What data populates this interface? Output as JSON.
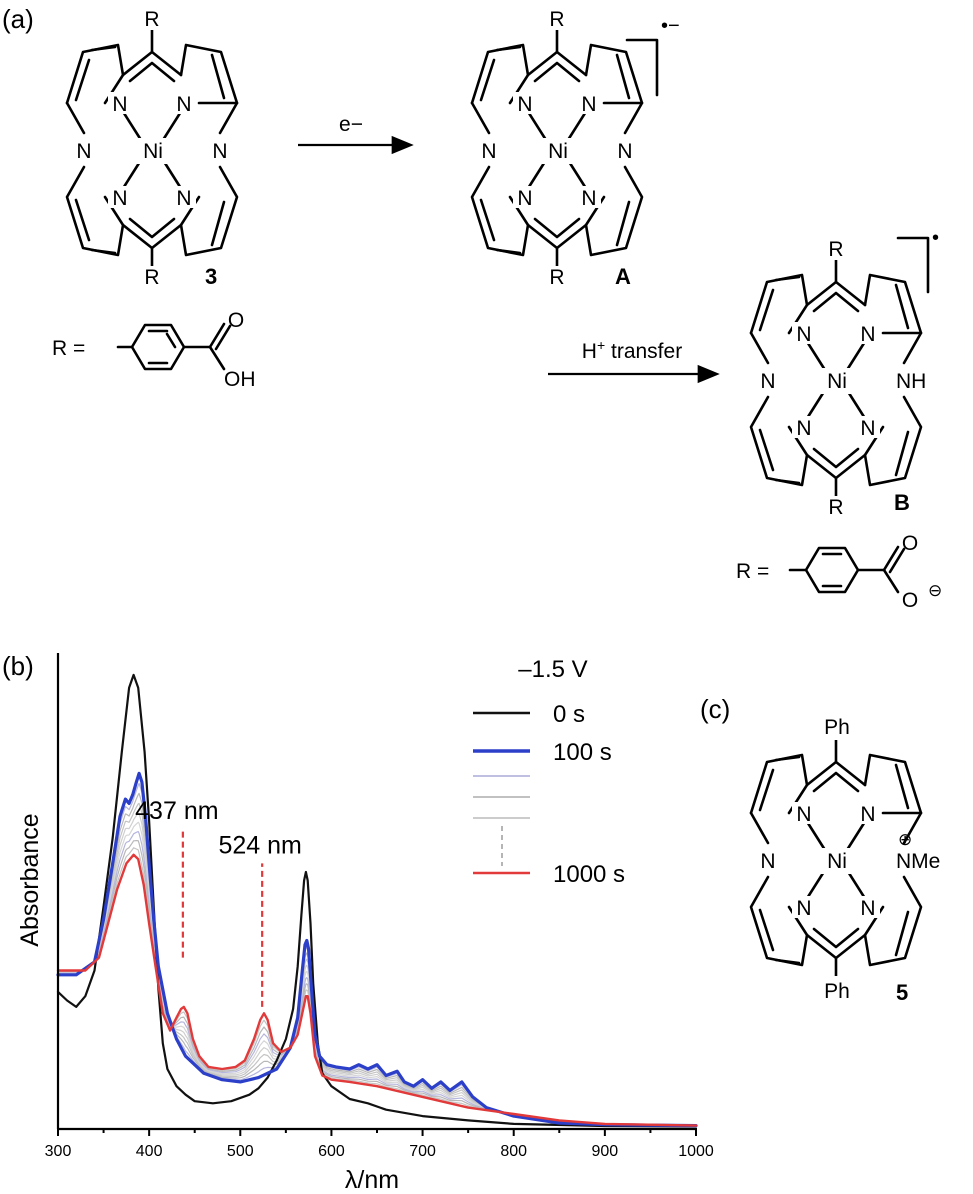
{
  "panels": {
    "a": "(a)",
    "b": "(b)",
    "c": "(c)"
  },
  "scheme": {
    "step1_label": "e−",
    "step2_label_prefix": "H",
    "step2_label_sup": "+",
    "step2_label_suffix": " transfer",
    "compound3_label": "3",
    "compoundA_label": "A",
    "compoundB_label": "B",
    "compound5_label": "5",
    "radical_anion_charge": "•−",
    "radical_charge": "•",
    "R_def_acid": "R =",
    "R_def_carboxylate": "R =",
    "atoms": {
      "N": "N",
      "Ni": "Ni",
      "R": "R",
      "O": "O",
      "OH": "OH",
      "NH": "NH",
      "Ph": "Ph",
      "NMe": "NMe",
      "plus": "⊕",
      "minus": "⊖"
    }
  },
  "chart_data": {
    "type": "line",
    "title": "",
    "xlabel": "λ/nm",
    "ylabel": "Absorbance",
    "xlim": [
      300,
      1000
    ],
    "ylim": [
      0,
      100
    ],
    "xticks": [
      300,
      400,
      500,
      600,
      700,
      800,
      900,
      1000
    ],
    "y_tick_labels": false,
    "legend_title": "–1.5 V",
    "legend_placement": "top-right",
    "annotations": [
      {
        "label": "437 nm",
        "x": 437,
        "y_base": 40,
        "y_top": 70,
        "color": "#e23a3a"
      },
      {
        "label": "524 nm",
        "x": 524,
        "y_base": 28.5,
        "y_top": 62,
        "color": "#e23a3a"
      }
    ],
    "intermediate_colors": [
      "#b6b6dd",
      "#b8b8b8",
      "#c4c4c4",
      "#cfcfcf",
      "#d6d6d6"
    ],
    "series": [
      {
        "name": "0 s",
        "color": "#111111",
        "points": [
          [
            300,
            32
          ],
          [
            310,
            30
          ],
          [
            320,
            28.5
          ],
          [
            330,
            31
          ],
          [
            340,
            37
          ],
          [
            350,
            52
          ],
          [
            360,
            68
          ],
          [
            370,
            88
          ],
          [
            378,
            103
          ],
          [
            383,
            106
          ],
          [
            388,
            103
          ],
          [
            395,
            88
          ],
          [
            400,
            72
          ],
          [
            405,
            52
          ],
          [
            410,
            33
          ],
          [
            415,
            20
          ],
          [
            420,
            14
          ],
          [
            430,
            10
          ],
          [
            440,
            8
          ],
          [
            450,
            6.5
          ],
          [
            470,
            6
          ],
          [
            490,
            6.5
          ],
          [
            510,
            8
          ],
          [
            520,
            9.5
          ],
          [
            530,
            12
          ],
          [
            540,
            16
          ],
          [
            550,
            21
          ],
          [
            558,
            28
          ],
          [
            563,
            38
          ],
          [
            567,
            50
          ],
          [
            570,
            58
          ],
          [
            572,
            60
          ],
          [
            574,
            58
          ],
          [
            577,
            48
          ],
          [
            580,
            34
          ],
          [
            585,
            20
          ],
          [
            590,
            13
          ],
          [
            600,
            10
          ],
          [
            620,
            7
          ],
          [
            640,
            6
          ],
          [
            660,
            4.5
          ],
          [
            700,
            3
          ],
          [
            750,
            2
          ],
          [
            800,
            1.2
          ],
          [
            900,
            0.7
          ],
          [
            1000,
            0.6
          ]
        ]
      },
      {
        "name": "100 s",
        "color": "#2b3fc8",
        "points": [
          [
            300,
            36
          ],
          [
            320,
            36
          ],
          [
            340,
            39
          ],
          [
            350,
            49
          ],
          [
            360,
            62
          ],
          [
            368,
            73
          ],
          [
            374,
            77
          ],
          [
            378,
            76
          ],
          [
            382,
            78
          ],
          [
            386,
            81
          ],
          [
            389,
            83
          ],
          [
            392,
            81
          ],
          [
            396,
            73
          ],
          [
            400,
            62
          ],
          [
            405,
            49
          ],
          [
            410,
            38
          ],
          [
            420,
            27
          ],
          [
            430,
            21
          ],
          [
            440,
            17
          ],
          [
            460,
            13
          ],
          [
            480,
            11.5
          ],
          [
            500,
            11
          ],
          [
            520,
            12
          ],
          [
            540,
            14
          ],
          [
            555,
            19
          ],
          [
            563,
            26
          ],
          [
            568,
            37
          ],
          [
            571,
            43
          ],
          [
            573,
            44
          ],
          [
            575,
            42
          ],
          [
            578,
            33
          ],
          [
            582,
            22
          ],
          [
            587,
            17
          ],
          [
            595,
            15
          ],
          [
            605,
            14.5
          ],
          [
            620,
            14
          ],
          [
            630,
            15
          ],
          [
            640,
            14
          ],
          [
            650,
            15
          ],
          [
            660,
            12.5
          ],
          [
            672,
            13.5
          ],
          [
            680,
            11
          ],
          [
            690,
            10
          ],
          [
            700,
            11.5
          ],
          [
            710,
            9.5
          ],
          [
            720,
            11
          ],
          [
            730,
            9
          ],
          [
            743,
            11
          ],
          [
            755,
            7.5
          ],
          [
            770,
            5
          ],
          [
            800,
            3
          ],
          [
            850,
            1.4
          ],
          [
            900,
            1
          ],
          [
            1000,
            0.8
          ]
        ]
      },
      {
        "name": "1000 s",
        "color": "#e23a3a",
        "points": [
          [
            300,
            37
          ],
          [
            330,
            37
          ],
          [
            345,
            40
          ],
          [
            355,
            48
          ],
          [
            365,
            56
          ],
          [
            375,
            62
          ],
          [
            383,
            64
          ],
          [
            388,
            63
          ],
          [
            394,
            57
          ],
          [
            400,
            48
          ],
          [
            407,
            38
          ],
          [
            415,
            27
          ],
          [
            423,
            23
          ],
          [
            430,
            26
          ],
          [
            435,
            28
          ],
          [
            438,
            28.5
          ],
          [
            442,
            27
          ],
          [
            448,
            21
          ],
          [
            455,
            17
          ],
          [
            465,
            14.5
          ],
          [
            480,
            14
          ],
          [
            495,
            14.5
          ],
          [
            505,
            16
          ],
          [
            515,
            21
          ],
          [
            522,
            25.5
          ],
          [
            526,
            27
          ],
          [
            530,
            25.5
          ],
          [
            536,
            20
          ],
          [
            545,
            18
          ],
          [
            555,
            19
          ],
          [
            563,
            22
          ],
          [
            569,
            28
          ],
          [
            572,
            31
          ],
          [
            574,
            31
          ],
          [
            577,
            27
          ],
          [
            582,
            17
          ],
          [
            590,
            12.5
          ],
          [
            600,
            11.5
          ],
          [
            620,
            11
          ],
          [
            650,
            10
          ],
          [
            700,
            7.5
          ],
          [
            750,
            5
          ],
          [
            800,
            3.5
          ],
          [
            850,
            2
          ],
          [
            900,
            1.2
          ],
          [
            1000,
            0.8
          ]
        ]
      }
    ]
  }
}
